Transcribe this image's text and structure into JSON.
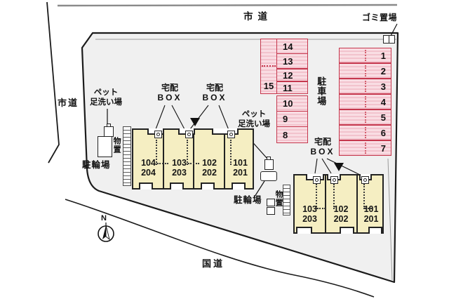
{
  "roads": {
    "top": "市道",
    "left": "市道",
    "bottom": "国道"
  },
  "compass": {
    "north": "N"
  },
  "garbage": {
    "label": "ゴミ置場"
  },
  "parking": {
    "area_label": "駐車場",
    "tall_space": {
      "number": "15"
    },
    "left_column": [
      {
        "number": "14"
      },
      {
        "number": "13"
      },
      {
        "number": "12"
      },
      {
        "number": "11"
      },
      {
        "number": "10"
      },
      {
        "number": "9"
      },
      {
        "number": "8"
      }
    ],
    "right_column": [
      {
        "number": "1"
      },
      {
        "number": "2"
      },
      {
        "number": "3"
      },
      {
        "number": "4"
      },
      {
        "number": "5"
      },
      {
        "number": "6"
      },
      {
        "number": "7"
      }
    ]
  },
  "pet_wash": {
    "west": {
      "line1": "ペット",
      "line2": "足洗い場"
    },
    "east": {
      "line1": "ペット",
      "line2": "足洗い場"
    }
  },
  "delivery_box": {
    "west": {
      "line1": "宅配",
      "line2": "BOX"
    },
    "center": {
      "line1": "宅配",
      "line2": "BOX"
    },
    "east": {
      "line1": "宅配",
      "line2": "BOX"
    }
  },
  "bicycle": {
    "west": "駐輪場",
    "east": "駐輪場"
  },
  "storage": {
    "west": "物置",
    "east": "物置"
  },
  "buildings": {
    "west": {
      "units": [
        {
          "upper": "104",
          "lower": "204"
        },
        {
          "upper": "103",
          "lower": "203"
        },
        {
          "upper": "102",
          "lower": "202"
        },
        {
          "upper": "101",
          "lower": "201"
        }
      ]
    },
    "east": {
      "units": [
        {
          "upper": "103",
          "lower": "203"
        },
        {
          "upper": "102",
          "lower": "202"
        },
        {
          "upper": "101",
          "lower": "201"
        }
      ]
    }
  },
  "colors": {
    "parking_fill": "#f7d2d9",
    "parking_border": "#c5374d",
    "building_fill": "#f5eec2",
    "site_fill": "#f0f0f0",
    "outline": "#1b1b1b",
    "top_road_line": "#8a8a8a"
  }
}
